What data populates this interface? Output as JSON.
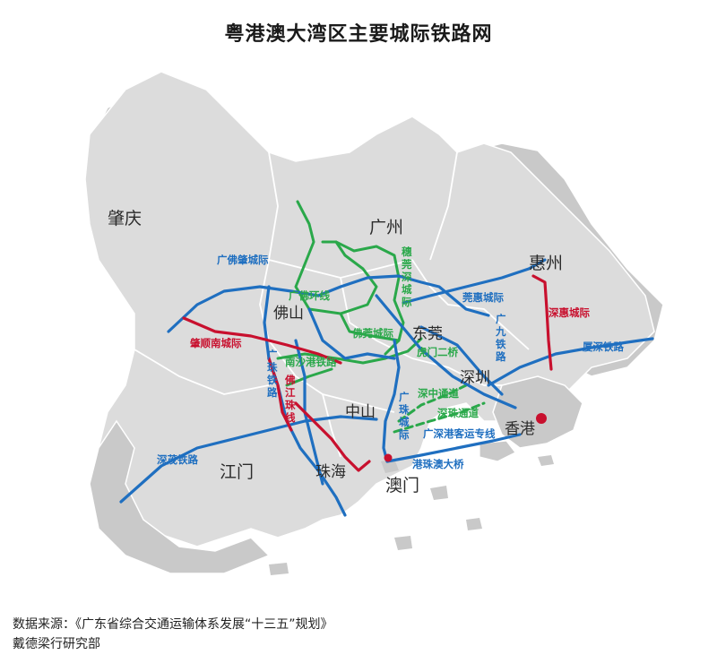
{
  "title": "粤港澳大湾区主要城际铁路网",
  "colors": {
    "land_bay": "#dcdcdc",
    "land_outer": "#c9c9c9",
    "border": "#ffffff",
    "blue_line": "#1f6fc0",
    "green_line": "#2aa84a",
    "red_line": "#c8102e",
    "blue_label": "#1f6fc0",
    "green_label": "#2aa84a",
    "red_label": "#c8102e"
  },
  "cities": {
    "zhaoqing": "肇庆",
    "guangzhou": "广州",
    "huizhou": "惠州",
    "foshan": "佛山",
    "dongguan": "东莞",
    "shenzhen": "深圳",
    "zhongshan": "中山",
    "jiangmen": "江门",
    "zhuhai": "珠海",
    "macau": "澳门",
    "hongkong": "香港"
  },
  "lines": {
    "guangfozhao": "广佛肇城际",
    "guangfohuan": "广佛环线",
    "suiguanshen": "穗莞深城际",
    "guanhui": "莞惠城际",
    "shenhui": "深惠城际",
    "zhaoshunnan": "肇顺南城际",
    "fowan": "佛莞城际",
    "humen_bridge2": "虎门二桥",
    "guangjiu": "广九铁路",
    "xiashen": "厦深铁路",
    "nanshagang": "南沙港铁路",
    "guangzhu": "广珠铁路",
    "fojiangzhu": "佛江珠线",
    "shenzhong": "深中通道",
    "shenzhu": "深珠通道",
    "guangzhu_intercity": "广珠城际",
    "guangshengang": "广深港客运专线",
    "gangzhuao": "港珠澳大桥",
    "shenmao": "深茂铁路"
  },
  "footer": {
    "source": "数据来源：《广东省综合交通运输体系发展“十三五”规划》",
    "credit": "戴德梁行研究部"
  }
}
